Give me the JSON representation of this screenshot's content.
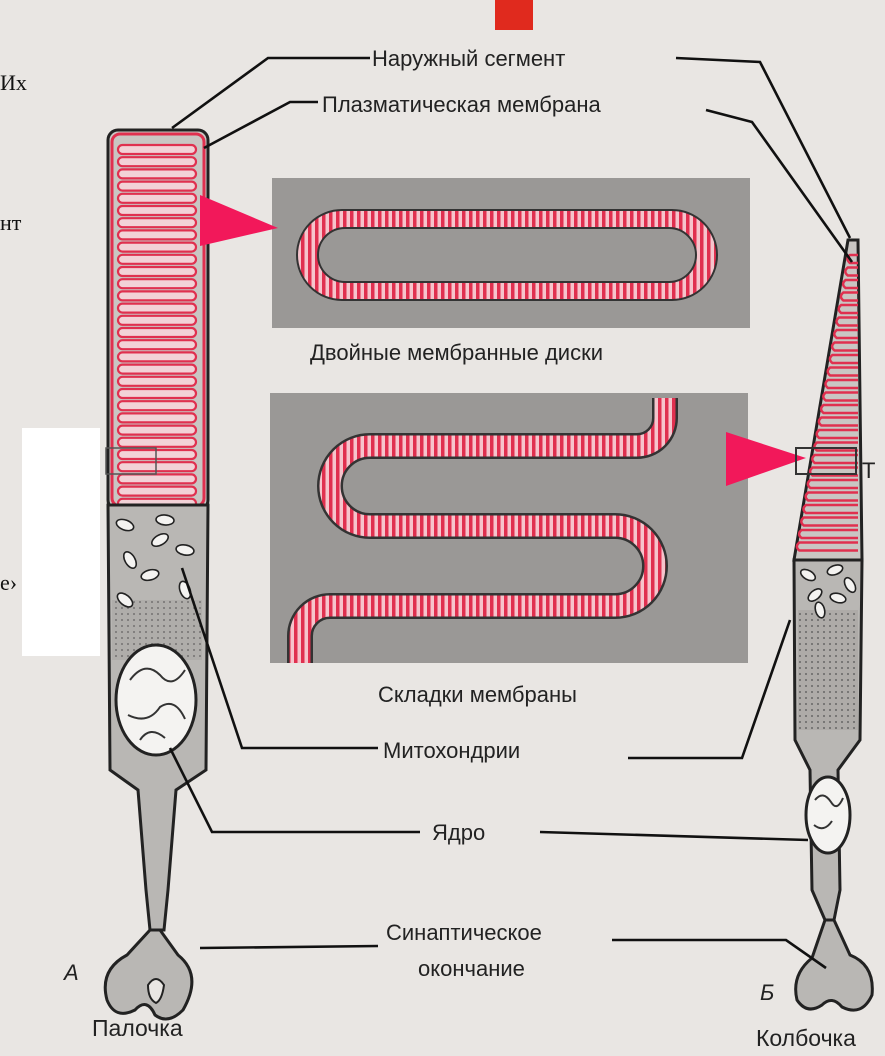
{
  "labels": {
    "outer_segment": "Наружный сегмент",
    "plasma_membrane": "Плазматическая мембрана",
    "double_discs": "Двойные мембранные диски",
    "membrane_folds": "Складки мембраны",
    "mitochondria": "Митохондрии",
    "nucleus": "Ядро",
    "synaptic_1": "Синаптическое",
    "synaptic_2": "окончание",
    "rod_letter": "А",
    "rod": "Палочка",
    "cone_letter": "Б",
    "cone": "Колбочка"
  },
  "cropped_text": {
    "t1": "Их",
    "t2": "нт",
    "t3": "е›",
    "t4": "Т"
  },
  "colors": {
    "membrane_red": "#e0304f",
    "arrow_magenta": "#f2185a",
    "cell_gray": "#b9b7b4",
    "panel_gray": "#9a9896",
    "title_red": "#e02a1e"
  }
}
